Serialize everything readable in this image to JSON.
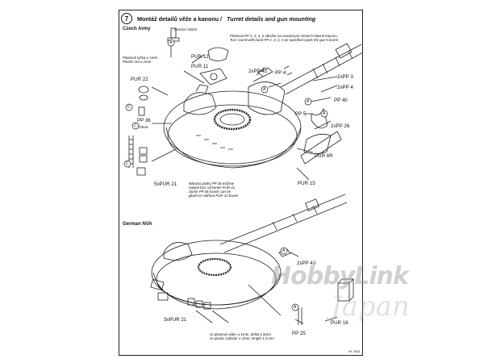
{
  "header": {
    "step": "7",
    "title_cz": "Montáž detailů věže a kanonu /",
    "title_en": "Turret details and gun mounting"
  },
  "sections": {
    "czech": "Czech Army",
    "german": "German NVA"
  },
  "notes": {
    "pp_bands": [
      "Pásková PP 2, 3, 4, 5 obtočte na uvedených místech hlavně kanonu",
      "Turn round with band PP 2, 3, 4, 5 on specified spots the gun's barrel"
    ],
    "pp36": [
      "Nitkaná pasky PP 36 můžete",
      "nalepit bez ochranek PUR 21",
      "Some PP 36 bands can be",
      "glued on without PUR 21 boxes"
    ],
    "wire_top": [
      "Plastová tyčka ⌀ 1mm",
      "Plastic rod ⌀ 1mm"
    ],
    "wire_bottom": [
      "4x plastový válec ⌀ 1mm, délka 1,5mm",
      "4x plastic cylinder ⌀ 1mm, length 1,5 mm"
    ]
  },
  "labels": {
    "sensor": "Senzor SDIO",
    "pur12": "PUR 12",
    "pur11": "PUR 11",
    "pur22": "PUR 22",
    "pp36": "PP 36",
    "otvor": "Otvor",
    "pp42": "2xPP 42",
    "pp4_top": "PP 4",
    "pp3": "2xPP 3",
    "pp4": "2xPP 4",
    "pp40": "PP 40",
    "pp5": "PP 5",
    "pp26": "2xPP 26",
    "pur6r": "PUR 6R",
    "pur15": "PUR 15",
    "pur21": "5xPUR 21",
    "pp43": "2xPP 43",
    "pur16": "PUR 16",
    "pp25": "PP 25",
    "pur21b": "3xPUR 21",
    "part_code": "Nr. 3543"
  },
  "marker_letters": {
    "a": "A",
    "c": "C"
  },
  "watermark": {
    "line1": "HobbyLink",
    "line2": "Japan"
  }
}
